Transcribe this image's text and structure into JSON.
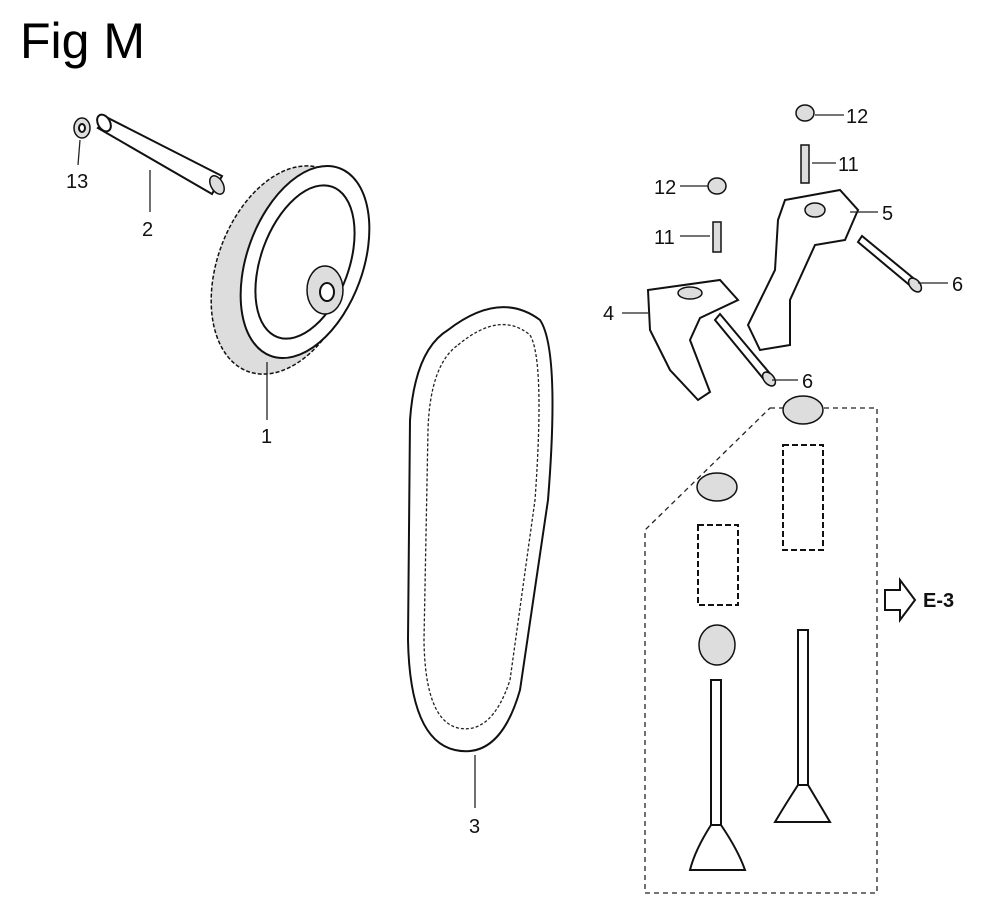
{
  "title": "Fig M",
  "callouts": {
    "c1": "1",
    "c2": "2",
    "c3": "3",
    "c4": "4",
    "c5": "5",
    "c6a": "6",
    "c6b": "6",
    "c11a": "11",
    "c11b": "11",
    "c12a": "12",
    "c12b": "12",
    "c13": "13"
  },
  "reference": "E-3"
}
